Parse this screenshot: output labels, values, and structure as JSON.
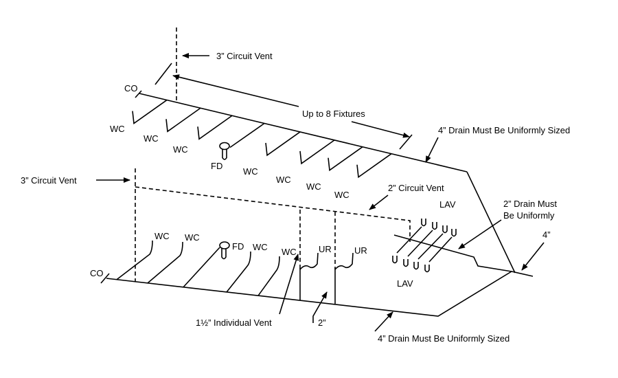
{
  "labels": {
    "top_vent": "3” Circuit Vent",
    "left_vent": "3” Circuit Vent",
    "up_to_fixtures": "Up to 8 Fixtures",
    "top_drain": "4” Drain Must Be Uniformly Sized",
    "bottom_drain": "4” Drain Must Be Uniformly Sized",
    "circuit_vent_2": "2” Circuit Vent",
    "drain_2_line1": "2” Drain Must",
    "drain_2_line2": "Be Uniformly",
    "main_4": "4”",
    "individual_vent": "1½” Individual Vent",
    "size_2": "2”",
    "co_top": "CO",
    "co_bottom": "CO",
    "lav_top": "LAV",
    "lav_bottom": "LAV"
  },
  "top_fixtures": [
    "WC",
    "WC",
    "WC",
    "FD",
    "WC",
    "WC",
    "WC",
    "WC"
  ],
  "bottom_fixtures": [
    "WC",
    "WC",
    "FD",
    "WC",
    "WC"
  ],
  "urinals": [
    "UR",
    "UR"
  ]
}
